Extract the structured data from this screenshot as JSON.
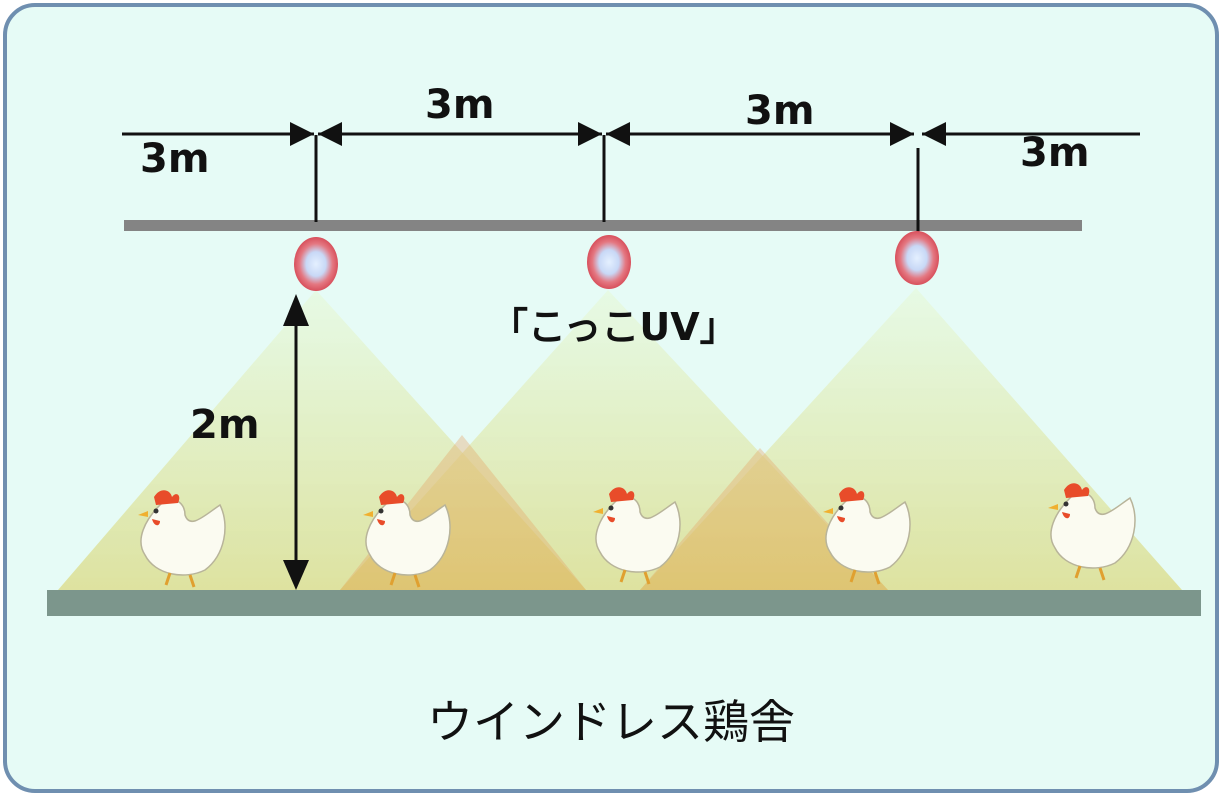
{
  "diagram": {
    "spacing_labels": [
      "3m",
      "3m",
      "3m",
      "3m"
    ],
    "height_label": "2m",
    "product_label": "「こっこUV」",
    "caption": "ウインドレス鶏舎",
    "colors": {
      "background": "#e6fbf6",
      "border": "#6f8fb0",
      "ceiling_bar": "#848484",
      "floor_bar": "#7c968c",
      "light_cone": "#f2ec9a",
      "lamp_outer": "#e8606a",
      "lamp_inner": "#d8e8ff"
    },
    "lamp_count": 3,
    "chicken_count": 5,
    "icons": [
      "lamp-icon",
      "chicken-icon"
    ]
  }
}
